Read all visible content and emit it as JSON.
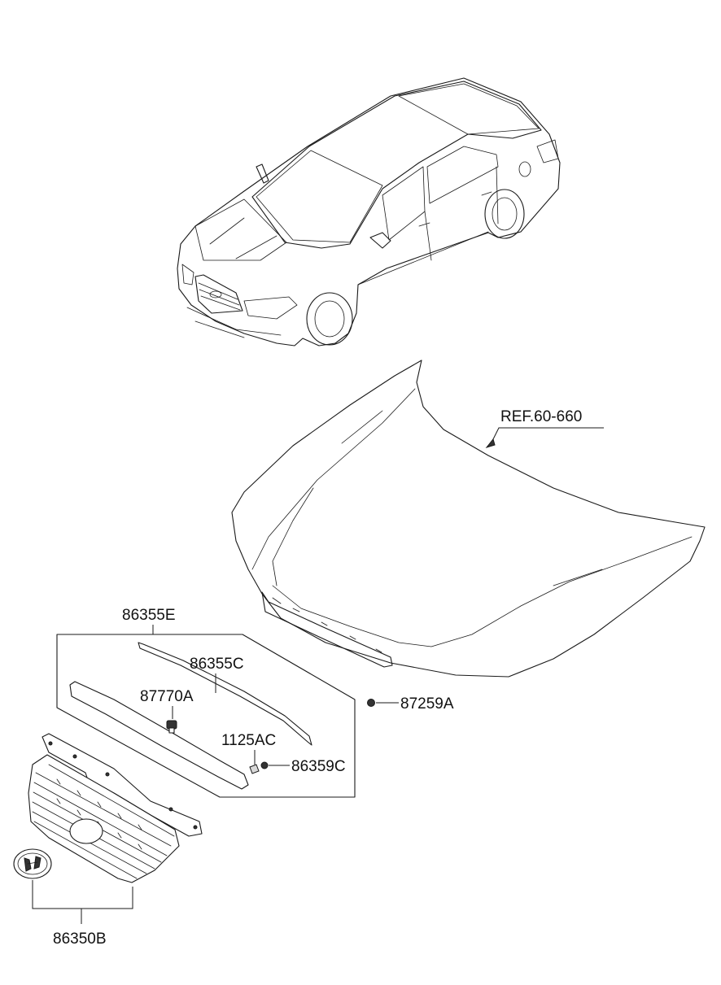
{
  "labels": {
    "ref_hood": "REF.60-660",
    "assembly_top": "86355E",
    "molding": "86355C",
    "clip": "87770A",
    "screw": "1125AC",
    "fastener": "86359C",
    "nut": "87259A",
    "grille": "86350B"
  }
}
